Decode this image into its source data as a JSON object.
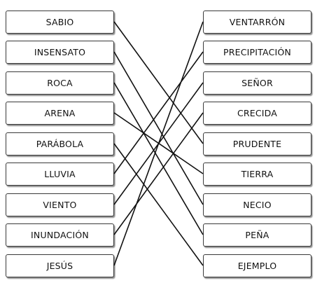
{
  "left_items": [
    "SABIO",
    "INSENSATO",
    "ROCA",
    "ARENA",
    "PARÁBOLA",
    "LLUVIA",
    "VIENTO",
    "INUNDACIÓN",
    "JESÚS"
  ],
  "right_items": [
    "VENTARRÓN",
    "PRECIPITACIÓN",
    "SEÑOR",
    "CRECIDA",
    "PRUDENTE",
    "TIERRA",
    "NECIO",
    "PEÑA",
    "EJEMPLO"
  ],
  "connections": [
    [
      0,
      4
    ],
    [
      1,
      6
    ],
    [
      2,
      7
    ],
    [
      3,
      5
    ],
    [
      4,
      8
    ],
    [
      5,
      1
    ],
    [
      6,
      2
    ],
    [
      7,
      3
    ],
    [
      8,
      0
    ]
  ]
}
